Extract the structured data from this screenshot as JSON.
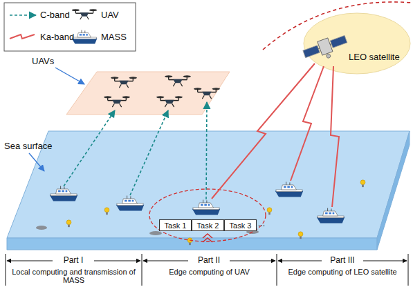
{
  "diagram": {
    "nodes": [
      {
        "text": [
          "LEO satellite"
        ]
      },
      {
        "text": [
          "Task 1"
        ]
      },
      {
        "text": [
          "Task 2"
        ]
      },
      {
        "text": [
          "Task 3"
        ]
      }
    ],
    "labels": [
      "UAVs",
      "Sea surface",
      "...",
      "Part I",
      "Part II",
      "Part III",
      "Local computing and transmission of MASS",
      "Edge computing of UAV",
      "Edge computing of LEO satellite"
    ],
    "legend": [
      {
        "text": "C-band"
      },
      {
        "text": "UAV"
      },
      {
        "text": "Ka-band"
      },
      {
        "text": "MASS"
      }
    ]
  }
}
